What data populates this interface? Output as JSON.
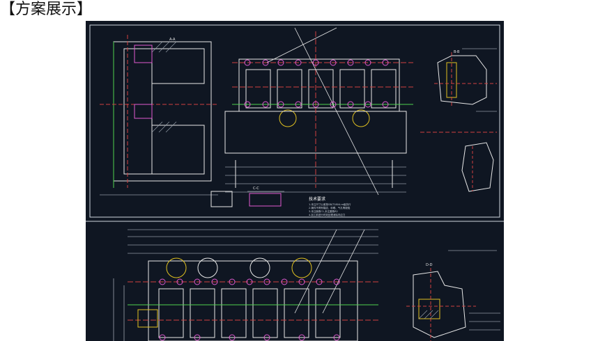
{
  "page": {
    "heading": "【方案展示】"
  },
  "drawing": {
    "background": "#0f1622",
    "section_labels": [
      "A-A",
      "B-B",
      "C-C",
      "D-D"
    ],
    "notes_title": "技术要求",
    "notes_lines": [
      "1.未注尺寸公差按GB/T1804-m级执行",
      "2.铸件不得有裂纹、砂眼、气孔等缺陷",
      "3.未注倒角C1,未注圆角R2",
      "4.加工前进行时效处理消除内应力"
    ]
  }
}
